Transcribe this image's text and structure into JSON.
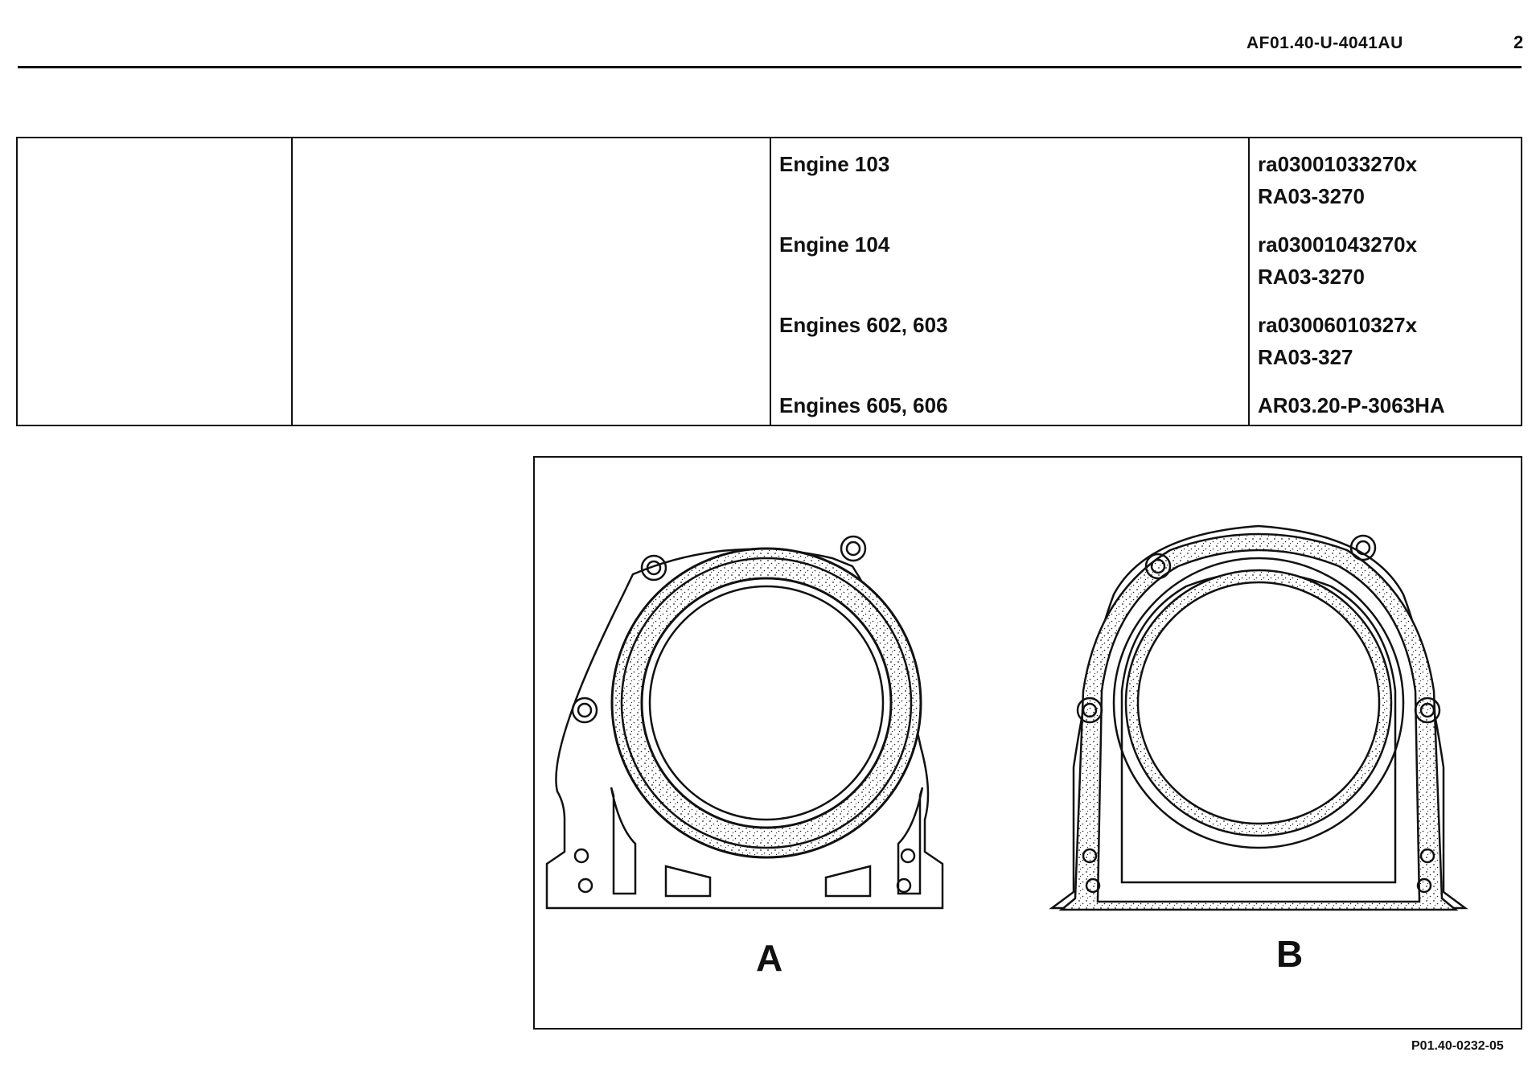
{
  "header": {
    "doc_code": "AF01.40-U-4041AU",
    "page_number": "2"
  },
  "reference_table": {
    "rows": [
      {
        "engine": "Engine 103",
        "ref_line1": "ra03001033270x",
        "ref_line2": "RA03-3270"
      },
      {
        "engine": "Engine 104",
        "ref_line1": "ra03001043270x",
        "ref_line2": "RA03-3270"
      },
      {
        "engine": "Engines 602, 603",
        "ref_line1": "ra03006010327x",
        "ref_line2": "RA03-327"
      },
      {
        "engine": "Engines 605, 606",
        "ref_line1": "AR03.20-P-3063HA"
      }
    ]
  },
  "figure": {
    "label_a": "A",
    "label_b": "B",
    "figure_ref": "P01.40-0232-05"
  }
}
